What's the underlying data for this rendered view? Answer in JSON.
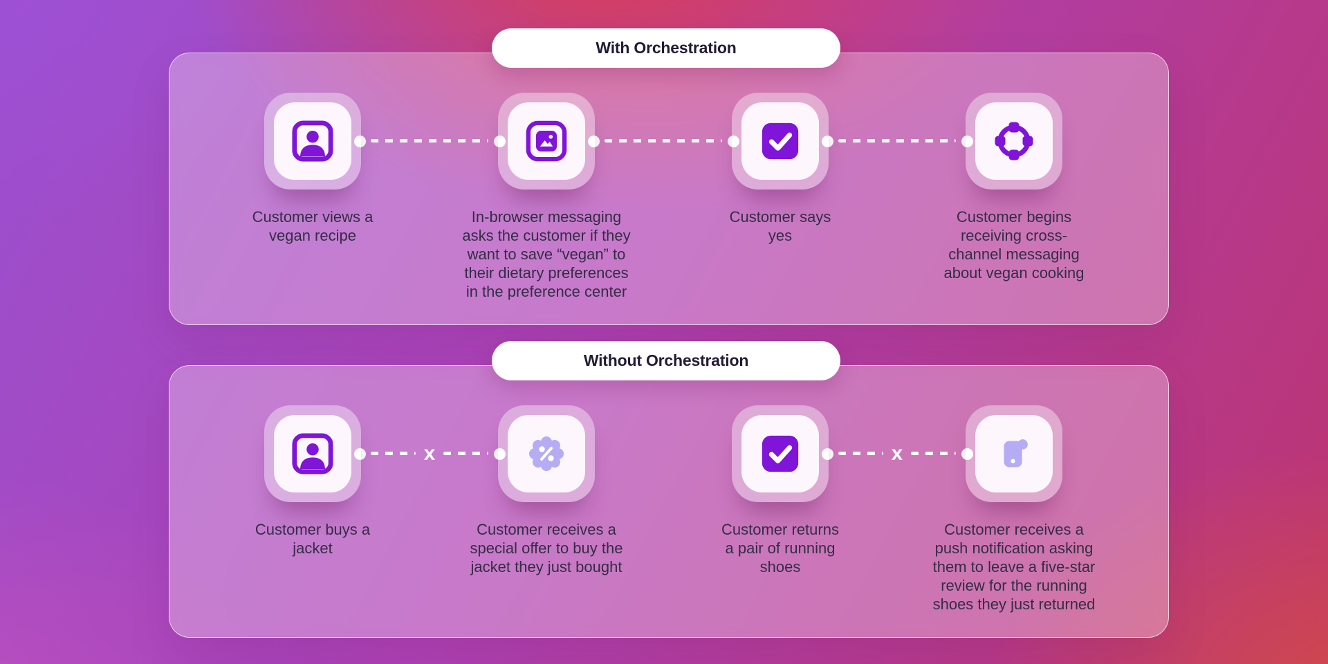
{
  "colors": {
    "accent_purple": "#8014D9",
    "muted_lavender": "#B6ACF4",
    "label_text": "#342D45",
    "pill_text": "#221B33",
    "connector_white": "#FFFFFF"
  },
  "sections": [
    {
      "title": "With Orchestration",
      "steps": [
        {
          "icon": "user-icon",
          "label": "Customer views a\nvegan recipe"
        },
        {
          "icon": "in-browser-message-icon",
          "label": "In-browser messaging\nasks the customer if they\nwant to save “vegan” to\ntheir dietary preferences\nin the preference center"
        },
        {
          "icon": "checkbox-icon",
          "label": "Customer says\nyes"
        },
        {
          "icon": "cross-channel-icon",
          "label": "Customer begins\nreceiving cross-\nchannel messaging\nabout vegan cooking"
        }
      ],
      "connectors": [
        {
          "from": 1,
          "to": 2,
          "marker": ""
        },
        {
          "from": 2,
          "to": 3,
          "marker": ""
        },
        {
          "from": 3,
          "to": 4,
          "marker": ""
        }
      ]
    },
    {
      "title": "Without Orchestration",
      "steps": [
        {
          "icon": "user-icon",
          "label": "Customer buys a\njacket"
        },
        {
          "icon": "offer-badge-icon",
          "label": "Customer receives a\nspecial offer to buy the\njacket they just bought"
        },
        {
          "icon": "checkbox-icon",
          "label": "Customer returns\na pair of running\nshoes"
        },
        {
          "icon": "push-notification-icon",
          "label": "Customer receives a\npush notification asking\nthem to leave a five-star\nreview for the running\nshoes they just returned"
        }
      ],
      "connectors": [
        {
          "from": 1,
          "to": 2,
          "marker": "x"
        },
        {
          "from": 3,
          "to": 4,
          "marker": "x"
        }
      ]
    }
  ]
}
